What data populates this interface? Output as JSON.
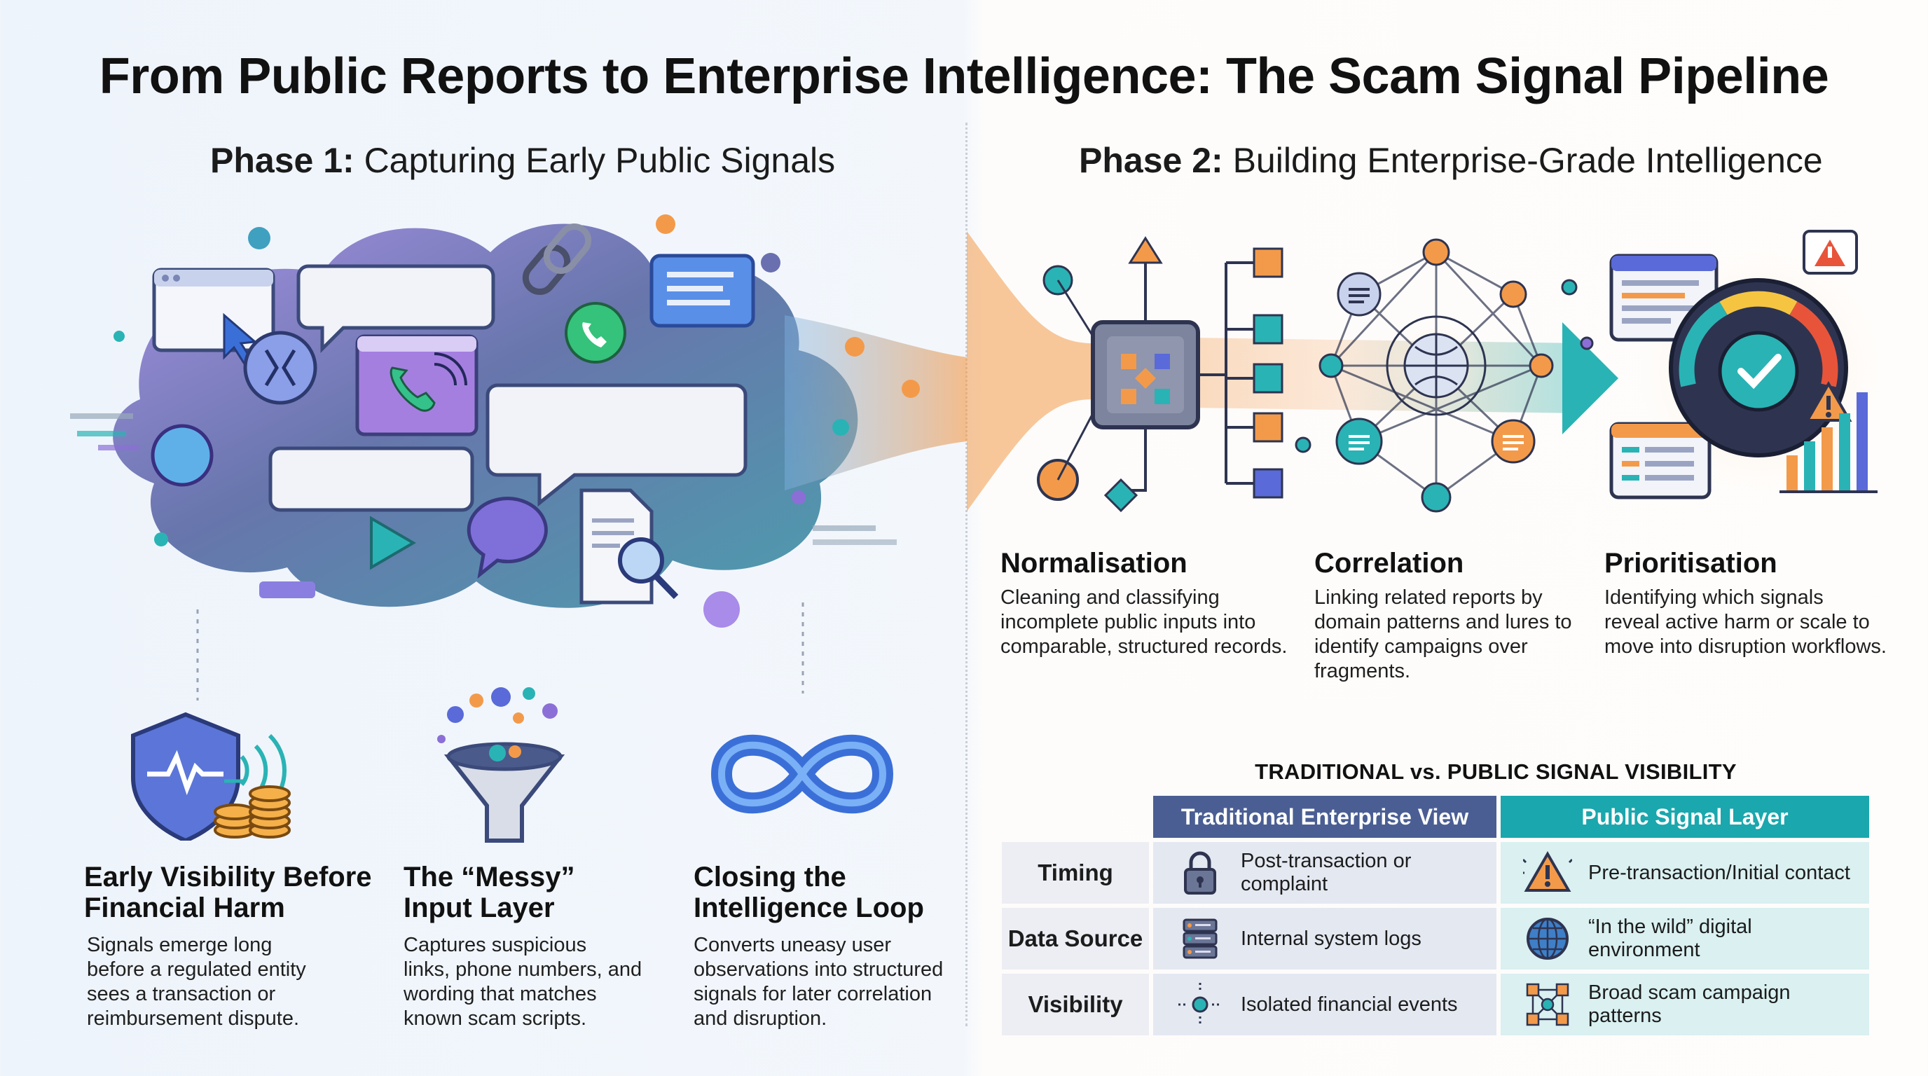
{
  "title": "From Public Reports to Enterprise Intelligence: The Scam Signal Pipeline",
  "phase1": {
    "label": "Phase 1:",
    "text": "Capturing Early Public Signals"
  },
  "phase2": {
    "label": "Phase 2:",
    "text": "Building Enterprise-Grade Intelligence"
  },
  "features": [
    {
      "title_line1": "Early Visibility Before",
      "title_line2": "Financial Harm",
      "desc": [
        "Signals emerge long",
        "before a regulated entity",
        "sees a transaction or",
        "reimbursement dispute."
      ]
    },
    {
      "title_line1": "The “Messy”",
      "title_line2": "Input Layer",
      "desc": [
        "Captures suspicious",
        "links, phone numbers, and",
        "wording that matches",
        "known scam scripts."
      ]
    },
    {
      "title_line1": "Closing the",
      "title_line2": "Intelligence Loop",
      "desc": [
        "Converts uneasy user",
        "observations into structured",
        "signals for later correlation",
        "and disruption."
      ]
    }
  ],
  "stages": [
    {
      "title": "Normalisation",
      "desc": [
        "Cleaning and classifying",
        "incomplete public inputs into",
        "comparable, structured records."
      ]
    },
    {
      "title": "Correlation",
      "desc": [
        "Linking related reports by",
        "domain patterns and lures to",
        "identify campaigns over",
        "fragments."
      ]
    },
    {
      "title": "Prioritisation",
      "desc": [
        "Identifying which signals",
        "reveal active harm or scale to",
        "move into disruption workflows."
      ]
    }
  ],
  "table": {
    "title": "TRADITIONAL vs. PUBLIC SIGNAL VISIBILITY",
    "col_traditional": "Traditional Enterprise View",
    "col_public": "Public Signal Layer",
    "rows": [
      {
        "label": "Timing",
        "traditional": "Post-transaction or complaint",
        "public": "Pre-transaction/Initial contact",
        "trad_icon": "padlock-icon",
        "pub_icon": "warning-triangle-icon"
      },
      {
        "label": "Data Source",
        "traditional": "Internal system logs",
        "public": "“In the wild” digital environment",
        "trad_icon": "server-stack-icon",
        "pub_icon": "globe-icon"
      },
      {
        "label": "Visibility",
        "traditional": "Isolated financial events",
        "public": "Broad scam campaign patterns",
        "trad_icon": "isolated-node-icon",
        "pub_icon": "network-cluster-icon"
      }
    ]
  },
  "colors": {
    "traditional_header": "#4a5e93",
    "public_header": "#1aa7ad",
    "orange": "#f39a4a",
    "teal": "#2ab3b4",
    "purple": "#8b6fd6"
  }
}
